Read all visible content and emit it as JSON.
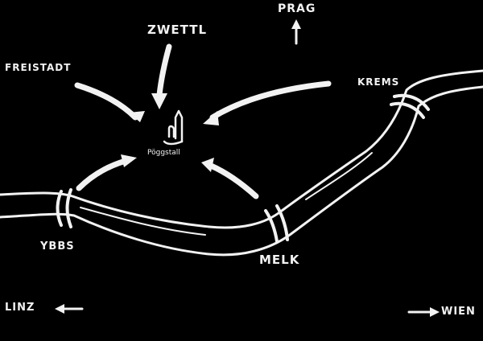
{
  "labels": {
    "center": "Pöggstall",
    "zwettl": "ZWETTL",
    "prag": "PRAG",
    "freistadt": "FREISTADT",
    "krems": "KREMS",
    "ybbs": "YBBS",
    "melk": "MELK",
    "linz": "LINZ",
    "wien": "WIEN"
  },
  "colors": {
    "background": "#000000",
    "ink": "#f2f2f2"
  },
  "icons": {
    "center": "castle-icon"
  }
}
